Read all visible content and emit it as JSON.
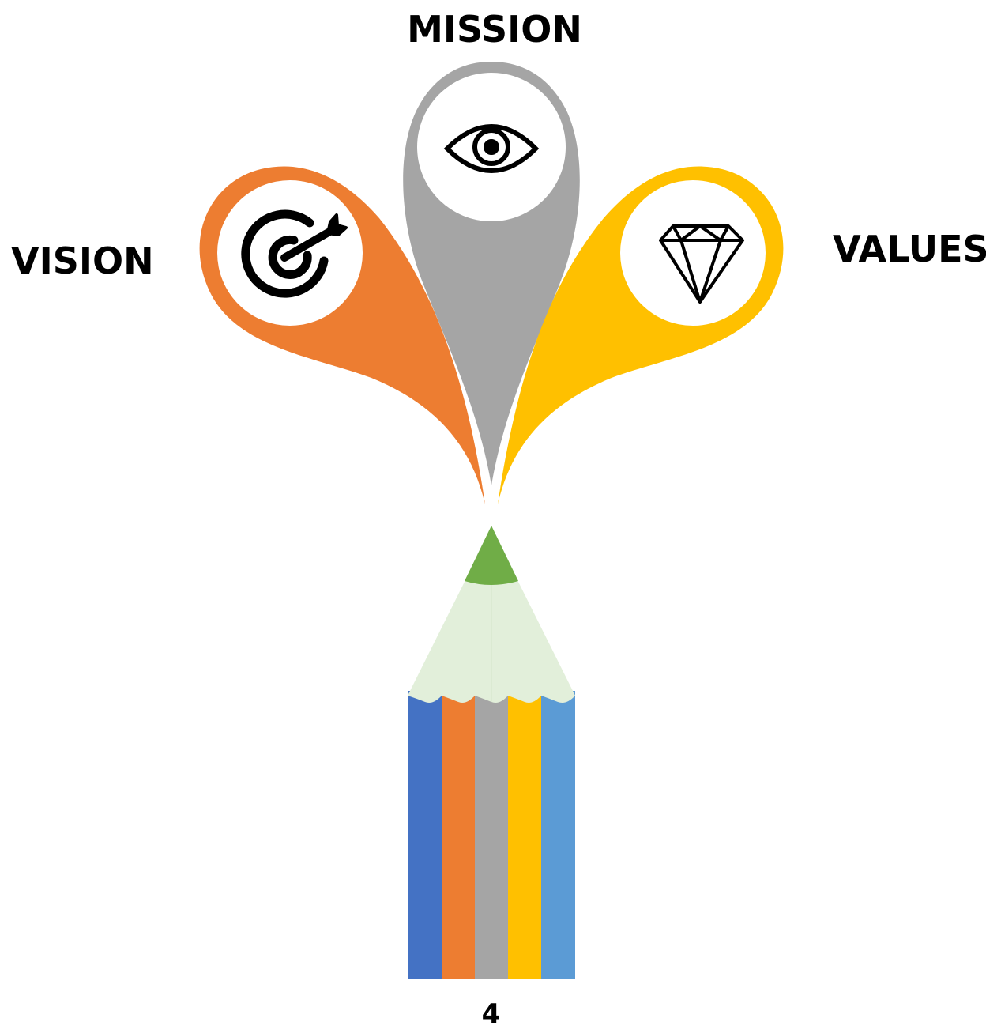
{
  "labels": {
    "mission": "MISSION",
    "vision": "VISION",
    "values": "VALUES",
    "page_number": "4"
  },
  "icons": {
    "mission": "eye-icon",
    "vision": "target-arrow-icon",
    "values": "diamond-icon"
  },
  "colors": {
    "vision": "#ED7D31",
    "mission": "#A5A5A5",
    "values": "#FFC000",
    "pencil_tip": "#70AD47",
    "pencil_wood": "#E2EFDA",
    "stripes": [
      "#4472C4",
      "#ED7D31",
      "#A5A5A5",
      "#FFC000",
      "#5B9BD5"
    ]
  }
}
